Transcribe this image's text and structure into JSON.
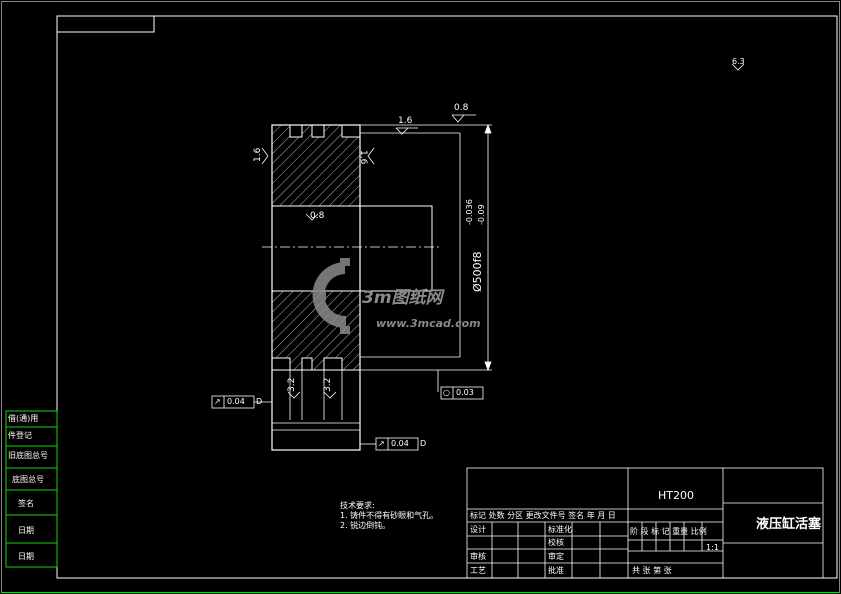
{
  "drawing": {
    "title": "液压缸活塞",
    "material": "HT200",
    "scale": "1:1",
    "roughness_general": "6.3",
    "roughness_top": "0.8",
    "roughness_face": "1.6",
    "roughness_left": "1.6",
    "roughness_right": "1.6",
    "roughness_bore": "0.8",
    "roughness_groove_a": "3.2",
    "roughness_groove_b": "3.2",
    "diameter_main": "Ø500",
    "tolerance_class": "f8",
    "tol_upper": "-0.036",
    "tol_lower": "-0.09",
    "gtol_left": "0.04",
    "datum_left": "D",
    "gtol_bottom": "0.04",
    "datum_bottom": "D",
    "gtol_right": "0.03"
  },
  "tech": {
    "heading": "技术要求:",
    "req1": "1. 铸件不得有砂眼和气孔。",
    "req2": "2. 锐边倒钝。"
  },
  "left_panel": {
    "r1": "借(通)用",
    "r2": "件登记",
    "r3": "旧底图总号",
    "r4": "底图总号",
    "r5": "签名",
    "r6": "日期",
    "r7": "日期"
  },
  "title_block": {
    "rev_header": "标记 处数 分区 更改文件号 签名 年 月 日",
    "design": "设计",
    "standard": "标准化",
    "check": "审核",
    "craft": "工艺",
    "approve": "批准",
    "proofread": "校核",
    "verify": "审定",
    "stage_labels": "阶 段 标 记  重量  比例",
    "sheets": "共    张  第    张"
  },
  "watermark": {
    "brand": "3m图纸网",
    "url": "www.3mcad.com"
  }
}
